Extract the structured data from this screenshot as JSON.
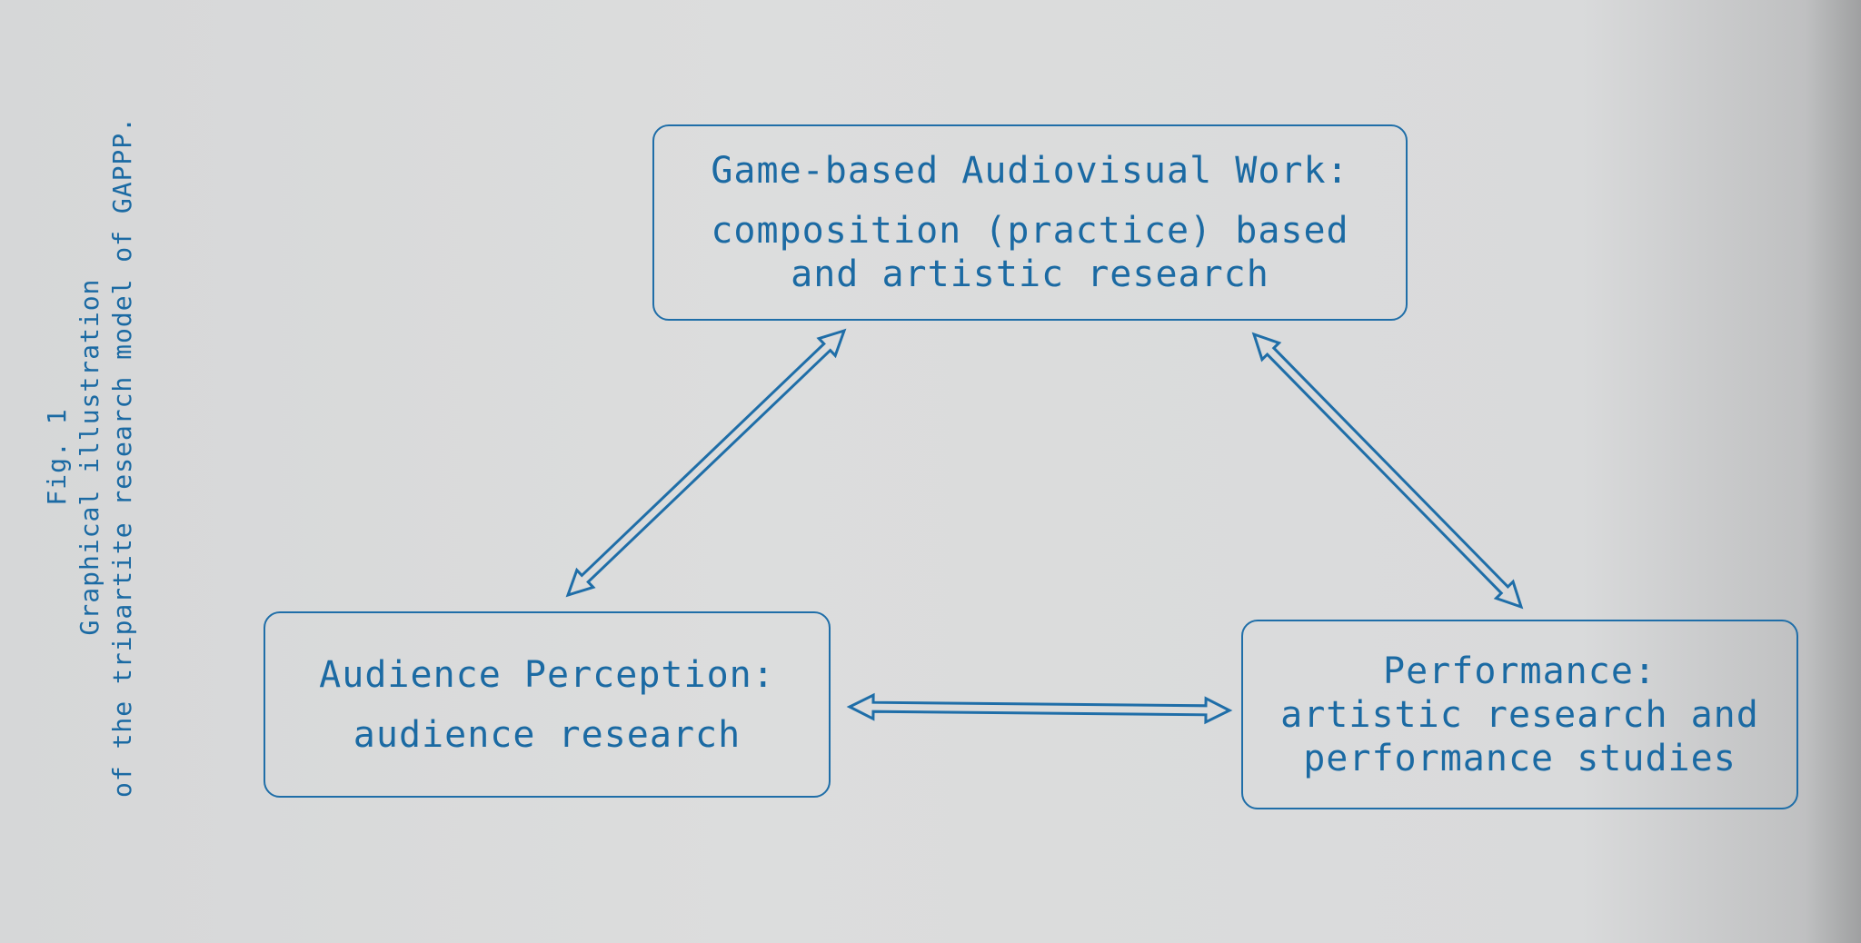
{
  "caption": {
    "line1": "Fig. 1",
    "line2": "Graphical illustration",
    "line3": "of the tripartite research model of GAPPP."
  },
  "nodes": {
    "top": {
      "lines": [
        "Game-based Audiovisual Work:",
        "composition (practice) based",
        "and artistic research"
      ]
    },
    "left": {
      "lines": [
        "Audience Perception:",
        "audience research"
      ]
    },
    "right": {
      "lines": [
        "Performance:",
        "artistic research and",
        "performance studies"
      ]
    }
  },
  "colors": {
    "ink": "#1b6aa3",
    "paper": "#d9dadb"
  }
}
